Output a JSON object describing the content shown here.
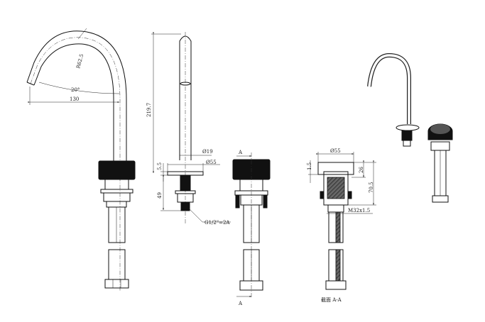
{
  "front_view": {
    "radius_label": "R62.5",
    "angle_label": "20°",
    "reach_label": "130"
  },
  "side_view": {
    "height_label": "219.7",
    "spout_dia_label": "Ø19",
    "base_dia_label": "Ø55",
    "base_thk_label": "5.5",
    "shank_len_label": "49",
    "thread_label": "G1/2\"=2A"
  },
  "handle_view": {
    "section_mark_top": "A",
    "section_mark_bottom": "A"
  },
  "section_view": {
    "dia_label": "Ø55",
    "gap_label": "1.5",
    "height_label": "26",
    "total_label": "70.5",
    "thread_label": "M32x1.5",
    "caption": "截面  A-A"
  }
}
